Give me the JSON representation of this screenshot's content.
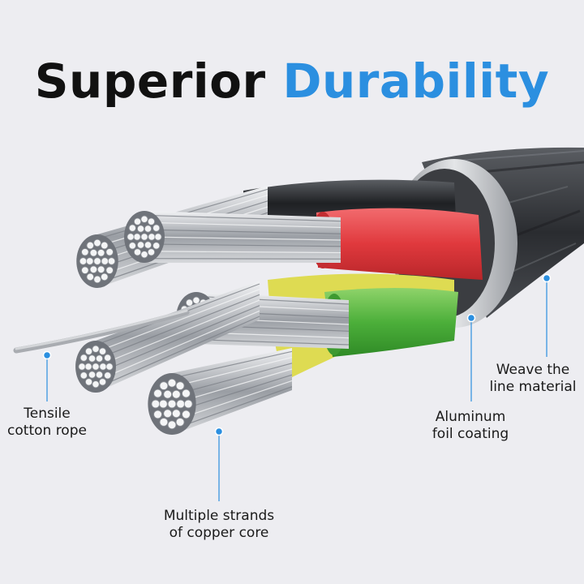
{
  "title": {
    "part1": "Superior",
    "part2": "Durability"
  },
  "colors": {
    "accent": "#2b8fe0",
    "background": "#ededf1",
    "red_wire": "#e0393d",
    "green_wire": "#4caf3a",
    "yellow_wire": "#e5e04a",
    "foil": "#c8cacd",
    "weave": "#2e3033"
  },
  "labels": {
    "tensile": {
      "line1": "Tensile",
      "line2": "cotton rope"
    },
    "copper": {
      "line1": "Multiple strands",
      "line2": "of copper core"
    },
    "foil": {
      "line1": "Aluminum",
      "line2": "foil coating"
    },
    "weave": {
      "line1": "Weave the",
      "line2": "line material"
    }
  }
}
